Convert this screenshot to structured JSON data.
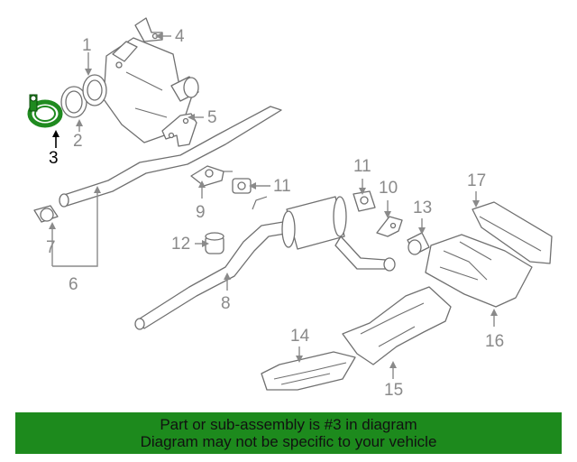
{
  "diagram": {
    "callouts": [
      {
        "id": "1",
        "text": "1"
      },
      {
        "id": "2",
        "text": "2"
      },
      {
        "id": "3",
        "text": "3"
      },
      {
        "id": "4",
        "text": "4"
      },
      {
        "id": "5",
        "text": "5"
      },
      {
        "id": "6",
        "text": "6"
      },
      {
        "id": "7",
        "text": "7"
      },
      {
        "id": "8",
        "text": "8"
      },
      {
        "id": "9",
        "text": "9"
      },
      {
        "id": "10",
        "text": "10"
      },
      {
        "id": "11a",
        "text": "11"
      },
      {
        "id": "11b",
        "text": "11"
      },
      {
        "id": "12",
        "text": "12"
      },
      {
        "id": "13",
        "text": "13"
      },
      {
        "id": "14",
        "text": "14"
      },
      {
        "id": "15",
        "text": "15"
      },
      {
        "id": "16",
        "text": "16"
      },
      {
        "id": "17",
        "text": "17"
      }
    ],
    "highlighted_part": "3",
    "colors": {
      "highlight": "#1f8a1f",
      "banner": "#1d8a1d",
      "line": "#707070",
      "label": "#8a8a8a"
    }
  },
  "banner": {
    "line1": "Part or sub-assembly is #3 in diagram",
    "line2": "Diagram may not be specific to your vehicle"
  }
}
